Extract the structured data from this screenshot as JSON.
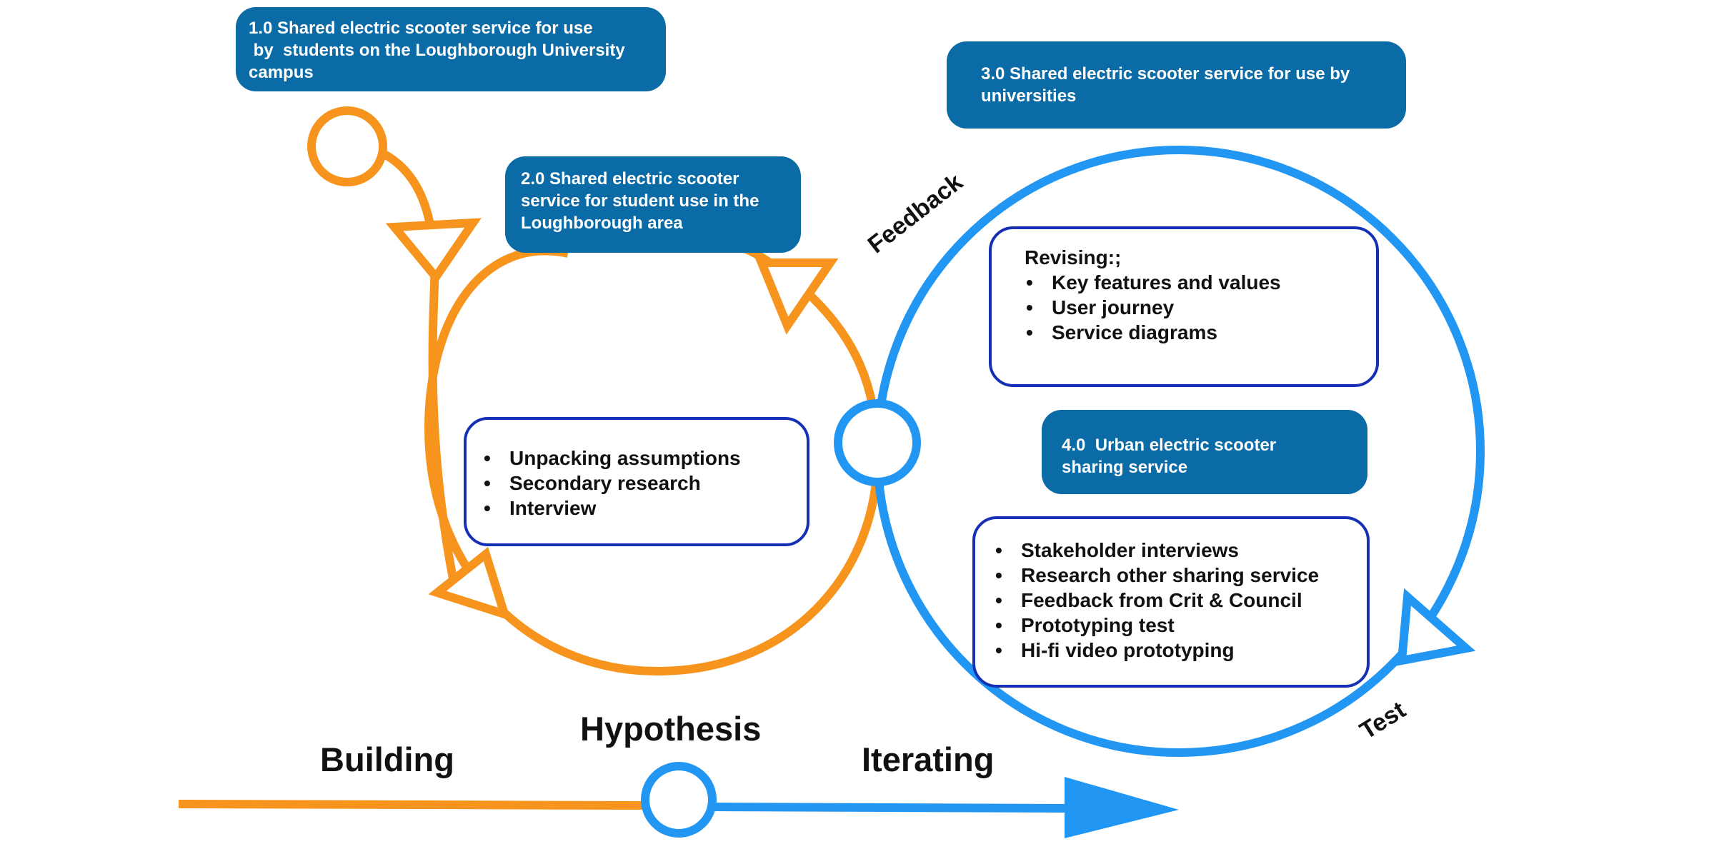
{
  "colors": {
    "orange": "#f7941d",
    "blue": "#2196f3",
    "box_fill": "#0a6ba6",
    "outline": "#1530b5"
  },
  "stages": {
    "s1": "1.0 Shared electric scooter service for use\n by  students on the Loughborough University\ncampus",
    "s2": "2.0 Shared electric scooter\nservice for student use in the\nLoughborough area",
    "s3": "3.0 Shared electric scooter service for use by\nuniversities",
    "s4": "4.0  Urban electric scooter\nsharing service"
  },
  "building_box": {
    "items": [
      "Unpacking assumptions",
      "Secondary research",
      "Interview"
    ]
  },
  "revising_box": {
    "title": "Revising:;",
    "items": [
      "Key features and values",
      "User journey",
      "Service diagrams"
    ]
  },
  "testing_box": {
    "items": [
      "Stakeholder interviews",
      "Research other sharing service",
      "Feedback from Crit & Council",
      "Prototyping test",
      "Hi-fi video prototyping"
    ]
  },
  "labels": {
    "feedback": "Feedback",
    "test": "Test",
    "building": "Building",
    "hypothesis": "Hypothesis",
    "iterating": "Iterating"
  }
}
